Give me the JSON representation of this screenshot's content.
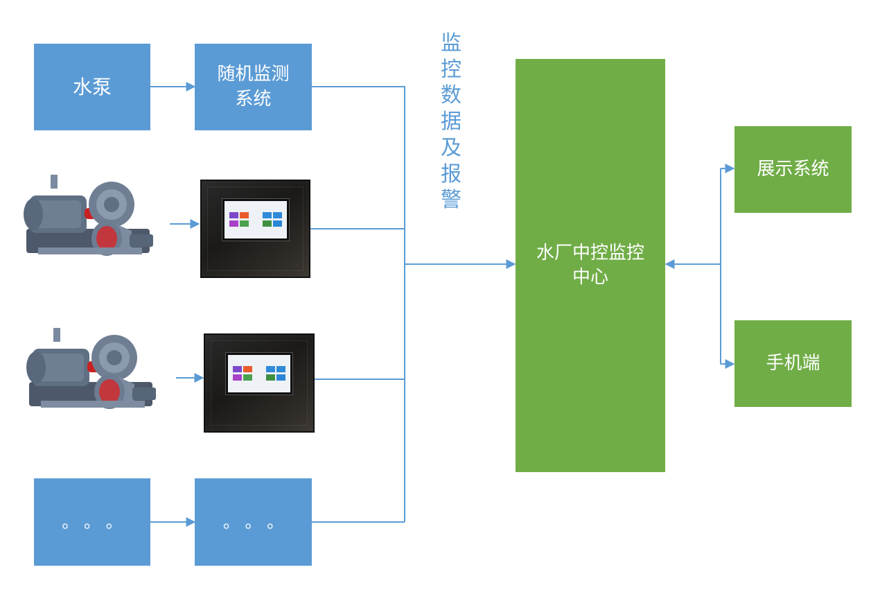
{
  "boxes": {
    "pump": "水泵",
    "random_monitor": "随机监测\n系统",
    "dots_left": "。 。 。",
    "dots_right": "。 。 。",
    "center": "水厂中控监控\n中心",
    "display": "展示系统",
    "mobile": "手机端"
  },
  "side_label": "监\n控\n数\n据\n及\n报\n警",
  "images": {
    "pump_photo_1": "pump-photo",
    "pump_photo_2": "pump-photo",
    "monitor_photo_1": "monitor-photo",
    "monitor_photo_2": "monitor-photo"
  },
  "colors": {
    "blue_box": "#5b9bd5",
    "green_box": "#70ad47",
    "line": "#5b9bd5"
  }
}
